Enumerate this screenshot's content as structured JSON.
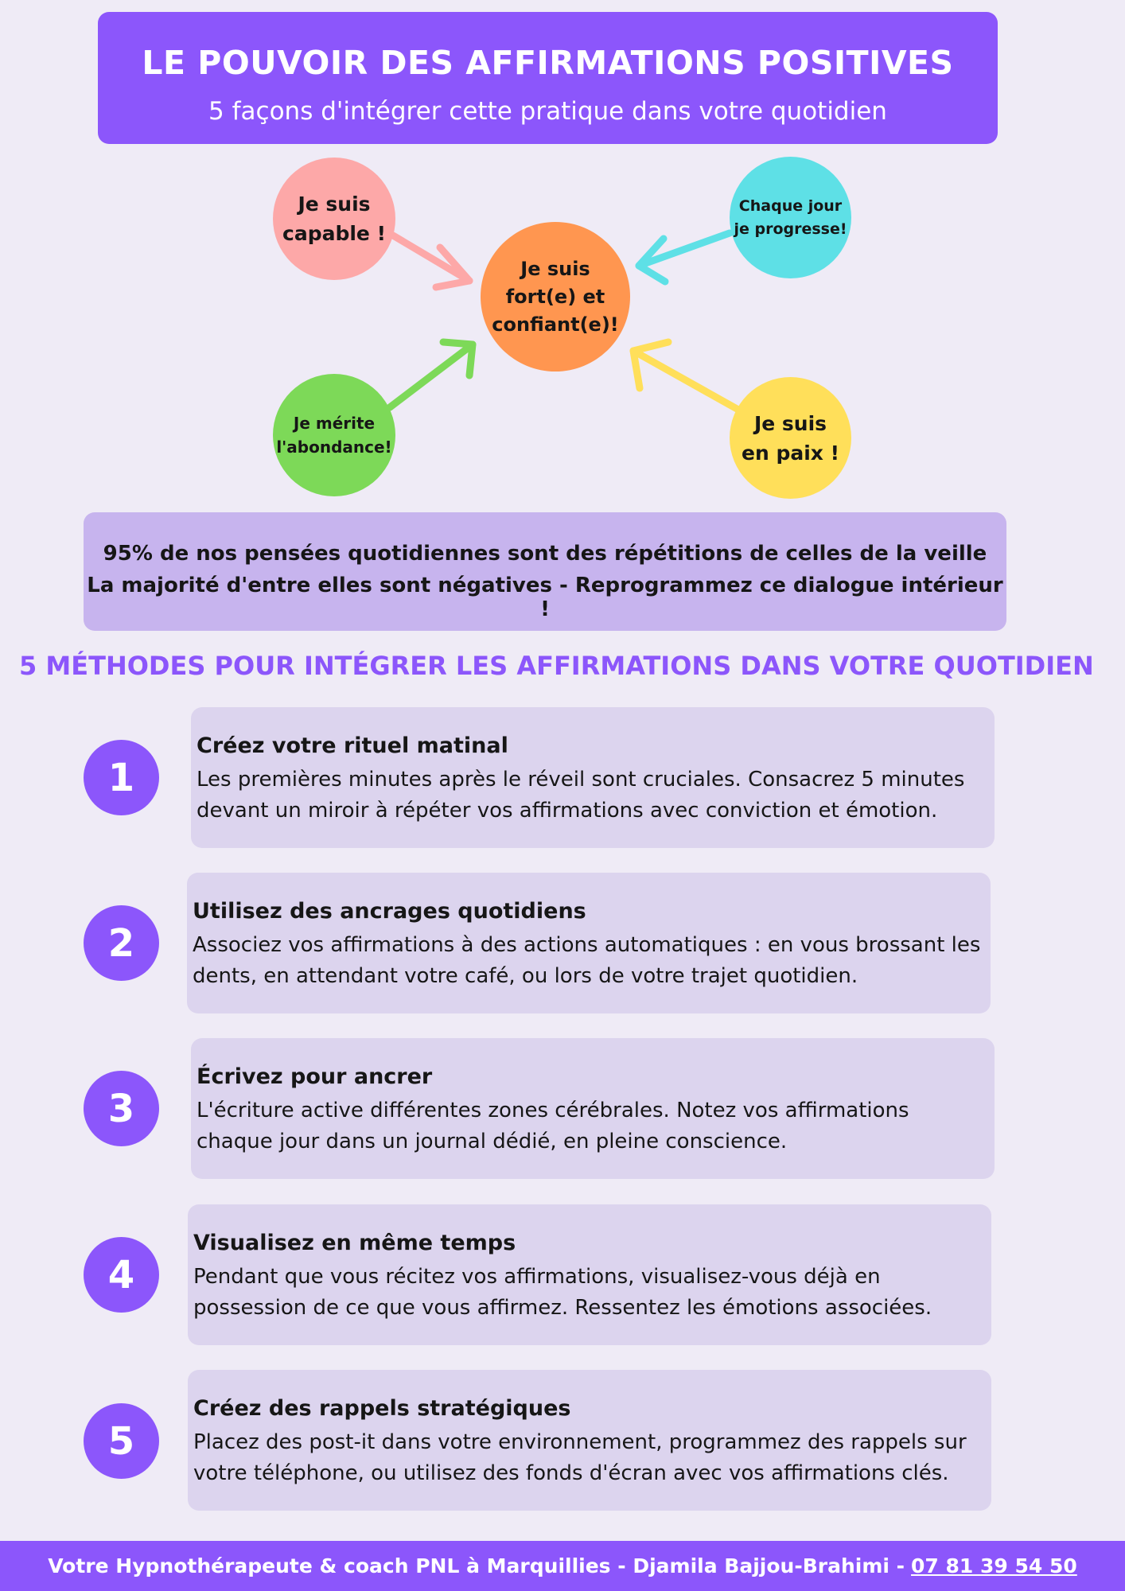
{
  "header": {
    "title": "LE POUVOIR DES AFFIRMATIONS POSITIVES",
    "subtitle": "5 façons d'intégrer cette pratique dans votre quotidien"
  },
  "affirmations": {
    "center": [
      "Je suis",
      "fort(e) et",
      "confiant(e)!"
    ],
    "top_left": [
      "Je suis",
      "capable !"
    ],
    "top_right": [
      "Chaque jour",
      "je progresse!"
    ],
    "bottom_left": [
      "Je mérite",
      "l'abondance!"
    ],
    "bottom_right": [
      "Je suis",
      "en paix !"
    ]
  },
  "colors": {
    "purple": "#8c56fb",
    "center": "#ff9650",
    "top_left": "#fda8a8",
    "top_right": "#5ee0e6",
    "bottom_left": "#7dd958",
    "bottom_right": "#ffdf5a"
  },
  "stat": {
    "line1": "95% de nos pensées quotidiennes sont des répétitions de celles de la veille",
    "line2": "La majorité d'entre elles sont négatives - Reprogrammez ce dialogue intérieur !"
  },
  "section_title": "5 MÉTHODES POUR INTÉGRER LES AFFIRMATIONS DANS VOTRE QUOTIDIEN",
  "methods": [
    {
      "number": "1",
      "title": "Créez votre rituel matinal",
      "text": "Les premières minutes après le réveil sont cruciales. Consacrez 5 minutes devant un miroir à répéter vos affirmations avec conviction et émotion."
    },
    {
      "number": "2",
      "title": "Utilisez des ancrages quotidiens",
      "text": "Associez vos affirmations à des actions automatiques : en vous brossant les dents, en attendant votre café, ou lors de votre trajet quotidien."
    },
    {
      "number": "3",
      "title": "Écrivez pour ancrer",
      "text": "L'écriture active différentes zones cérébrales. Notez vos affirmations chaque jour dans un journal dédié, en pleine conscience."
    },
    {
      "number": "4",
      "title": "Visualisez en même temps",
      "text": "Pendant que vous récitez vos affirmations, visualisez-vous déjà en possession de ce que vous affirmez. Ressentez les émotions associées."
    },
    {
      "number": "5",
      "title": "Créez des rappels stratégiques",
      "text": "Placez des post-it dans votre environnement, programmez des rappels sur votre téléphone, ou utilisez des fonds d'écran avec vos affirmations clés."
    }
  ],
  "footer": {
    "text": "Votre Hypnothérapeute & coach PNL à Marquillies - Djamila Bajjou-Brahimi -",
    "phone": "07 81 39 54 50"
  }
}
